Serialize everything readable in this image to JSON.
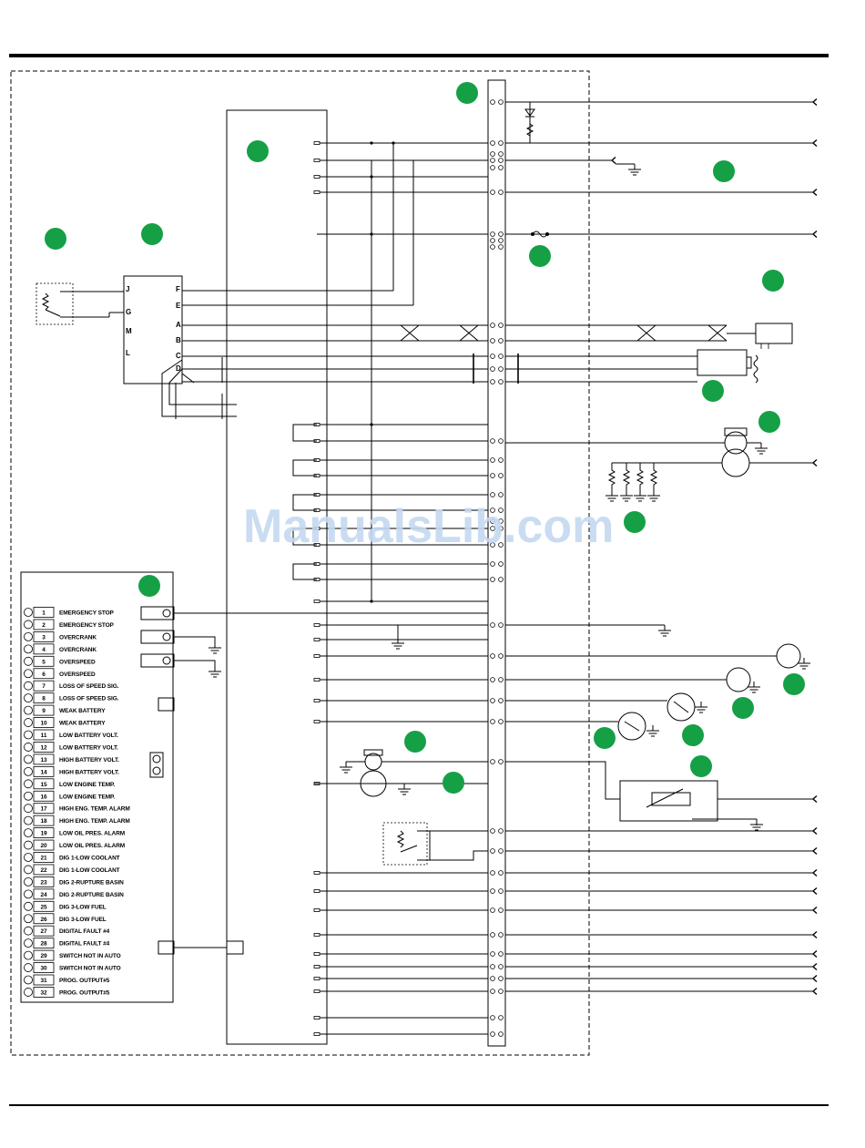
{
  "watermark": "ManualsLib.com",
  "controller_pins": [
    "J",
    "G",
    "M",
    "L",
    "F",
    "E",
    "A",
    "B",
    "C",
    "D"
  ],
  "alarm_panel": {
    "rows": [
      {
        "num": "1",
        "label": "EMERGENCY STOP"
      },
      {
        "num": "2",
        "label": "EMERGENCY STOP"
      },
      {
        "num": "3",
        "label": "OVERCRANK"
      },
      {
        "num": "4",
        "label": "OVERCRANK"
      },
      {
        "num": "5",
        "label": "OVERSPEED"
      },
      {
        "num": "6",
        "label": "OVERSPEED"
      },
      {
        "num": "7",
        "label": "LOSS OF SPEED SIG."
      },
      {
        "num": "8",
        "label": "LOSS OF SPEED SIG."
      },
      {
        "num": "9",
        "label": "WEAK BATTERY"
      },
      {
        "num": "10",
        "label": "WEAK BATTERY"
      },
      {
        "num": "11",
        "label": "LOW BATTERY VOLT."
      },
      {
        "num": "12",
        "label": "LOW BATTERY VOLT."
      },
      {
        "num": "13",
        "label": "HIGH BATTERY VOLT."
      },
      {
        "num": "14",
        "label": "HIGH BATTERY VOLT."
      },
      {
        "num": "15",
        "label": "LOW ENGINE TEMP."
      },
      {
        "num": "16",
        "label": "LOW ENGINE TEMP."
      },
      {
        "num": "17",
        "label": "HIGH ENG. TEMP. ALARM"
      },
      {
        "num": "18",
        "label": "HIGH ENG. TEMP. ALARM"
      },
      {
        "num": "19",
        "label": "LOW OIL PRES. ALARM"
      },
      {
        "num": "20",
        "label": "LOW OIL PRES. ALARM"
      },
      {
        "num": "21",
        "label": "DIG 1-LOW COOLANT"
      },
      {
        "num": "22",
        "label": "DIG 1-LOW COOLANT"
      },
      {
        "num": "23",
        "label": "DIG 2-RUPTURE BASIN"
      },
      {
        "num": "24",
        "label": "DIG 2-RUPTURE BASIN"
      },
      {
        "num": "25",
        "label": "DIG 3-LOW FUEL"
      },
      {
        "num": "26",
        "label": "DIG 3-LOW FUEL"
      },
      {
        "num": "27",
        "label": "DIGITAL FAULT #4"
      },
      {
        "num": "28",
        "label": "DIGITAL FAULT #4"
      },
      {
        "num": "29",
        "label": "SWITCH NOT IN AUTO"
      },
      {
        "num": "30",
        "label": "SWITCH NOT IN AUTO"
      },
      {
        "num": "31",
        "label": "PROG. OUTPUT#5"
      },
      {
        "num": "32",
        "label": "PROG. OUTPUT#5"
      }
    ]
  },
  "colors": {
    "callout": "#15a046",
    "line": "#000000",
    "watermark": "#c5d9f1"
  },
  "icons": [
    "callout-marker",
    "ground-symbol",
    "fuse-symbol",
    "diode-symbol",
    "arrow-terminal",
    "sender-gauge",
    "motor-symbol",
    "relay-contact"
  ]
}
